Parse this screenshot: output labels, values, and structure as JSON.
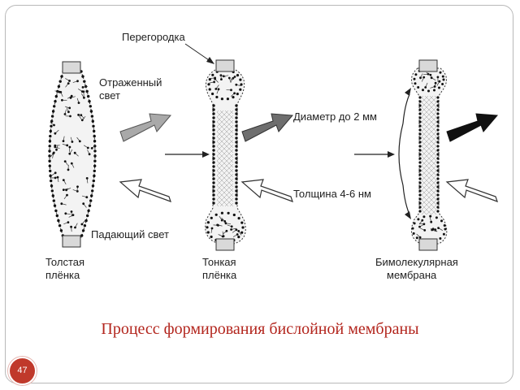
{
  "labels": {
    "partition": "Перегородка",
    "reflected_line1": "Отраженный",
    "reflected_line2": "свет",
    "incident": "Падающий свет",
    "diameter": "Диаметр до 2 мм",
    "thickness": "Толщина 4-6 нм",
    "thick_line1": "Толстая",
    "thick_line2": "плёнка",
    "thin_line1": "Тонкая",
    "thin_line2": "плёнка",
    "bilayer_line1": "Бимолекулярная",
    "bilayer_line2": "мембрана"
  },
  "caption": "Процесс формирования бислойной мембраны",
  "page_number": "47",
  "colors": {
    "caption": "#b3261e",
    "badge": "#c0392b",
    "reflected_arrow_light": "#a9a9a9",
    "reflected_arrow_mid": "#6e6e6e",
    "reflected_arrow_dark": "#111111"
  }
}
